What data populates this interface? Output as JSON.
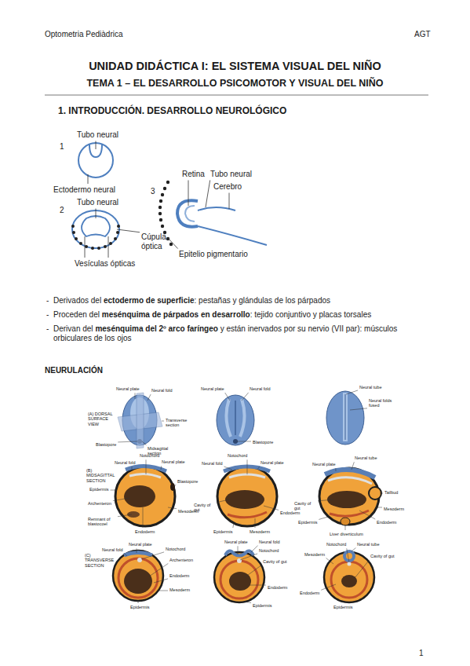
{
  "diagram": {
    "title": "UNIDAD DIDÁCTICA I: EL SISTEMA VISUAL DEL NIÑO",
    "labels": [
      "Optometria Pediàdrica",
      "AGT",
      "TEMA 1 – EL DESARROLLO PSICOMOTOR Y VISUAL DEL NIÑO",
      "1. INTRODUCCIÓN. DESARROLLO NEUROLÓGICO",
      "Tubo neural",
      "1",
      "Ectodermo neural",
      "2",
      "Tubo neural",
      "Cúpula óptica",
      "Vesículas ópticas",
      "3",
      "Retina",
      "Tubo neural",
      "Cerebro",
      "Epitelio pigmentario",
      "-",
      "Derivados del",
      "ectodermo de superficie",
      ": pestañas y glándulas de los párpados",
      "-",
      "Proceden del",
      "mesénquima de párpados en desarrollo",
      ": tejido conjuntivo y placas torsales",
      "-",
      "Derivan del",
      "mesénquima del 2º arco faríngeo",
      "y están inervados por su nervio (VII par): músculos orbiculares de los ojos",
      "NEURULACIÓN",
      "(A) DORSAL SURFACE VIEW",
      "Neural plate",
      "Neural fold",
      "Transverse section",
      "Midsagittal section",
      "Blastopore",
      "Neural plate",
      "Neural fold",
      "Blastopore",
      "Neural tube",
      "Neural folds fused",
      "(B) MIDSAGITTAL SECTION",
      "Neural fold",
      "Notochord",
      "Neural plate",
      "Epidermis",
      "Blastopore",
      "Archenteron",
      "Remnant of blastocoel",
      "Endoderm",
      "Mesoderm",
      "Notochord",
      "Neural fold",
      "Neural plate",
      "Cavity of gut",
      "Epidermis",
      "Mesoderm",
      "Endoderm",
      "Neural tube",
      "Neural plate",
      "Tailbud",
      "Cavity of gut",
      "Mesoderm",
      "Epidermis",
      "Liver diverticulum",
      "Endoderm",
      "(C) TRANSVERSE SECTION",
      "Neural plate",
      "Neural fold",
      "Notochord",
      "Archenteron",
      "Endoderm",
      "Mesoderm",
      "Epidermis",
      "Neural plate",
      "Neural fold",
      "Notochord",
      "Cavity of gut",
      "Endoderm",
      "Epidermis",
      "Notochord",
      "Neural tube",
      "Mesoderm",
      "Cavity of gut",
      "Endoderm",
      "Epidermis",
      "1"
    ]
  }
}
